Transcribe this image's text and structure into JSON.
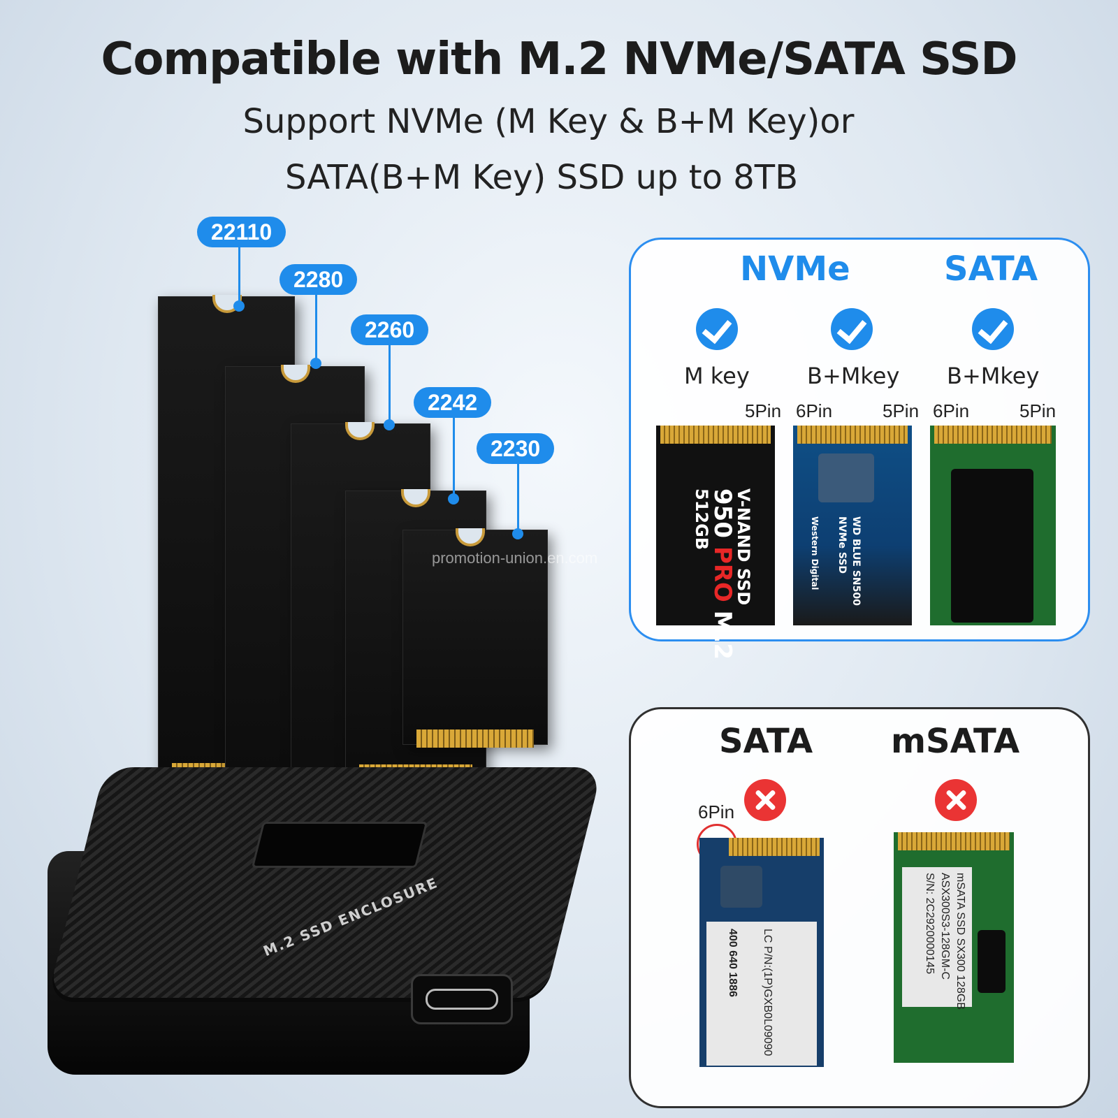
{
  "headline": "Compatible with M.2 NVMe/SATA SSD",
  "subline_1": "Support NVMe (M Key & B+M Key)or",
  "subline_2": "SATA(B+M Key) SSD up to 8TB",
  "sizes": [
    "22110",
    "2280",
    "2260",
    "2242",
    "2230"
  ],
  "enclosure_label": "M.2 SSD ENCLOSURE",
  "watermark": "promotion-union.en.com",
  "compatible_panel": {
    "nvme_title": "NVMe",
    "sata_title": "SATA",
    "keys": [
      "M key",
      "B+Mkey",
      "B+Mkey"
    ],
    "pins": [
      "5Pin",
      "6Pin",
      "5Pin",
      "6Pin",
      "5Pin"
    ],
    "drive1_line1": "V-NAND SSD",
    "drive1_line2_a": "950 ",
    "drive1_line2_b": "PRO",
    "drive1_line2_c": " M.2",
    "drive1_line3": "512GB",
    "drive2_brand": "Western Digital",
    "drive2_model": "WD BLUE SN500",
    "drive2_type": "NVMe SSD"
  },
  "incompatible_panel": {
    "sata_title": "SATA",
    "msata_title": "mSATA",
    "pin": "6Pin",
    "sata_label_1": "LC P/N:(1P)GXB0L09090",
    "sata_label_2": "400 640 1886",
    "msata_label_1": "mSATA SSD SX300 128GB",
    "msata_label_2": "ASX300S3-128GM-C",
    "msata_label_3": "S/N: 2C2920000145"
  },
  "colors": {
    "accent": "#1f8ceb",
    "error": "#ea3434"
  }
}
